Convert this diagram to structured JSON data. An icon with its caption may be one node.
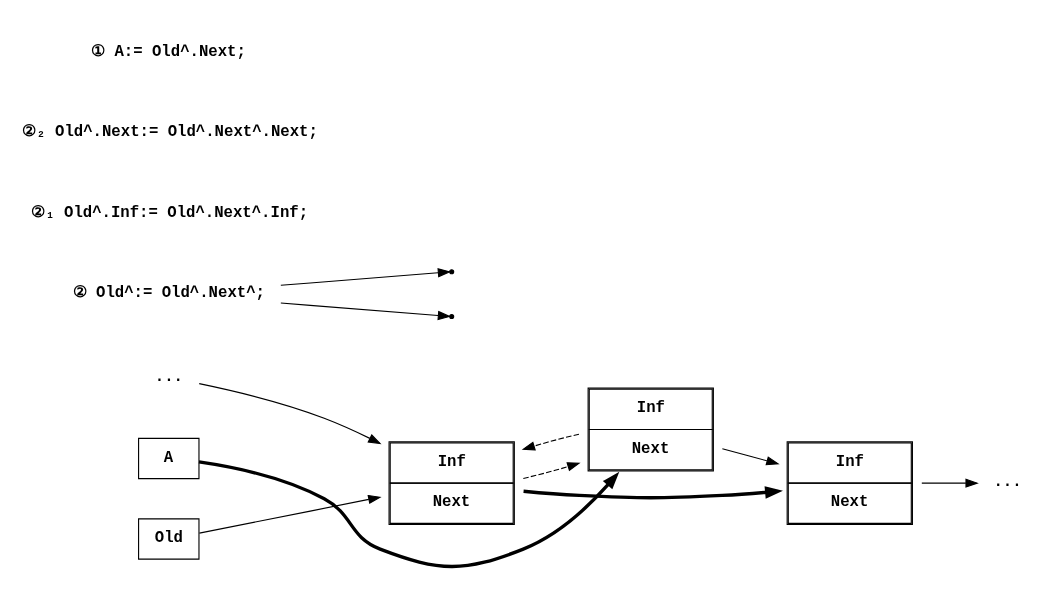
{
  "diagram": {
    "nodes": [
      {
        "text": [
          "..."
        ]
      },
      {
        "text": [
          "Old"
        ]
      },
      {
        "text": [
          "Inf",
          "Next"
        ]
      },
      {
        "text": [
          "Inf",
          "Next"
        ]
      },
      {
        "text": [
          "Inf",
          "Next"
        ]
      },
      {
        "text": [
          "..."
        ]
      },
      {
        "text": [
          "A"
        ]
      },
      {
        "text": [
          "② Old^:= Old^.Next^;"
        ]
      },
      {
        "text": [],
        "shape": "point"
      },
      {
        "text": [],
        "shape": "point"
      }
    ],
    "edges": [
      {
        "from": 0,
        "to": 2,
        "arrow": "to"
      },
      {
        "from": 1,
        "to": 2,
        "arrow": "to"
      },
      {
        "from": 2,
        "to": 4,
        "arrow": "to",
        "style": "thick"
      },
      {
        "from": 2,
        "to": 3,
        "arrow": "to",
        "style": "dashed"
      },
      {
        "from": 6,
        "to": 3,
        "arrow": "to",
        "style": "thick"
      },
      {
        "from": 3,
        "to": 4,
        "arrow": "to"
      },
      {
        "from": 4,
        "to": 5,
        "arrow": "to"
      },
      {
        "from": 3,
        "to": 2,
        "arrow": "to",
        "style": "dashed"
      },
      {
        "from": 7,
        "to": 8,
        "arrow": "to"
      },
      {
        "from": 7,
        "to": 9,
        "arrow": "to"
      }
    ],
    "labels": [
      "②₁ Old^.Inf:= Old^.Next^.Inf;",
      "②₂ Old^.Next:= Old^.Next^.Next;",
      "① A:= Old^.Next;"
    ]
  }
}
